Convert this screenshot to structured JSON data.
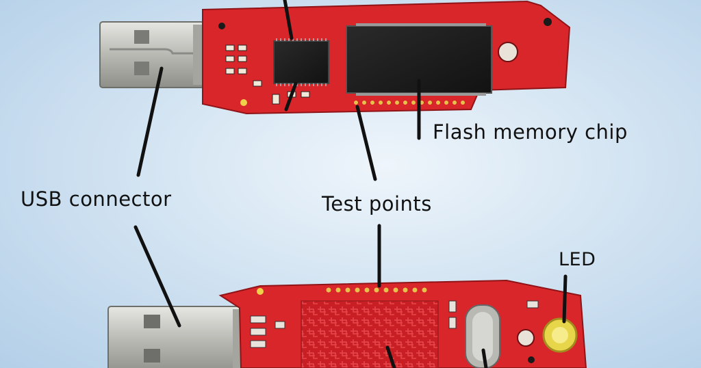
{
  "labels": {
    "flash_memory_chip": "Flash memory chip",
    "usb_connector": "USB connector",
    "test_points": "Test points",
    "led": "LED"
  },
  "colors": {
    "pcb_red": "#d8262b",
    "pcb_dark": "#8e1418",
    "chip_black": "#1c1c1c",
    "usb_metal": "#c8c8c4",
    "background": "#cfe1f1",
    "led_yellow": "#e8d64a"
  }
}
